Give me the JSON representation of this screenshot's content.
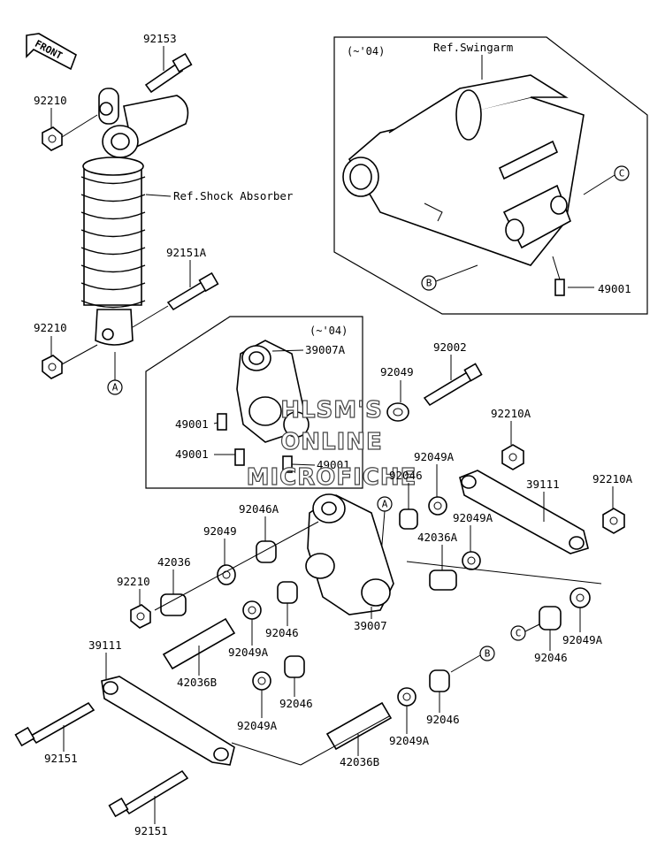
{
  "front_arrow": {
    "label": "FRONT"
  },
  "refs": {
    "shock": "Ref.Shock Absorber",
    "swingarm": "Ref.Swingarm"
  },
  "boxes": {
    "swingarm_box_label": "(~'04)",
    "linkage_box_label": "(~'04)"
  },
  "watermark": [
    "HLSM'S",
    "ONLINE",
    "MICROFICHE"
  ],
  "callouts": [
    "A",
    "B",
    "C"
  ],
  "parts": {
    "p92153": "92153",
    "p92210_top": "92210",
    "p92151A": "92151A",
    "p92210_mid": "92210",
    "p49001_swing": "49001",
    "p39007A": "39007A",
    "p49001_a": "49001",
    "p49001_b": "49001",
    "p49001_c": "49001",
    "p92049_top": "92049",
    "p92002": "92002",
    "p92210A_top": "92210A",
    "p92049A_top": "92049A",
    "p92046_top": "92046",
    "p39111_right": "39111",
    "p92210A_right": "92210A",
    "p92046A": "92046A",
    "p92049_left": "92049",
    "p42036": "42036",
    "p92210_low": "92210",
    "p92049A_mid": "92049A",
    "p42036A": "42036A",
    "p39007": "39007",
    "p92046_mid": "92046",
    "p92049A_left": "92049A",
    "p39111_left": "39111",
    "p42036B_left": "42036B",
    "p92046_low": "92046",
    "p92049A_right": "92049A",
    "p92046_right": "92046",
    "p92049A_low": "92049A",
    "p92049A_bottom": "92049A",
    "p92046_bottom": "92046",
    "p92151_left": "92151",
    "p42036B_bottom": "42036B",
    "p92151_bottom": "92151"
  }
}
